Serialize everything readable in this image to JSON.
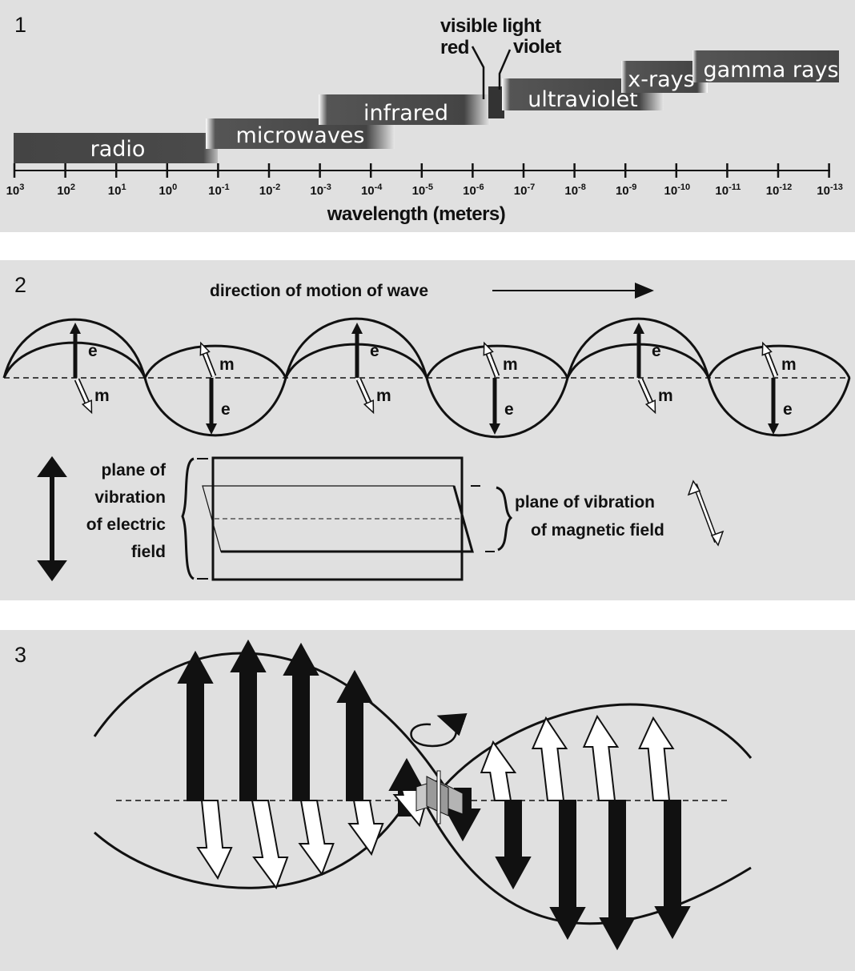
{
  "panel1": {
    "number": "1",
    "bands": [
      {
        "key": "radio",
        "label": "radio"
      },
      {
        "key": "microwaves",
        "label": "microwaves"
      },
      {
        "key": "infrared",
        "label": "infrared"
      },
      {
        "key": "ultraviolet",
        "label": "ultraviolet"
      },
      {
        "key": "xrays",
        "label": "x-rays"
      },
      {
        "key": "gamma",
        "label": "gamma rays"
      }
    ],
    "visible": {
      "title": "visible light",
      "red": "red",
      "violet": "violet"
    },
    "axis_ticks": [
      {
        "base": "10",
        "exp": "3"
      },
      {
        "base": "10",
        "exp": "2"
      },
      {
        "base": "10",
        "exp": "1"
      },
      {
        "base": "10",
        "exp": "0"
      },
      {
        "base": "10",
        "exp": "-1"
      },
      {
        "base": "10",
        "exp": "-2"
      },
      {
        "base": "10",
        "exp": "-3"
      },
      {
        "base": "10",
        "exp": "-4"
      },
      {
        "base": "10",
        "exp": "-5"
      },
      {
        "base": "10",
        "exp": "-6"
      },
      {
        "base": "10",
        "exp": "-7"
      },
      {
        "base": "10",
        "exp": "-8"
      },
      {
        "base": "10",
        "exp": "-9"
      },
      {
        "base": "10",
        "exp": "-10"
      },
      {
        "base": "10",
        "exp": "-11"
      },
      {
        "base": "10",
        "exp": "-12"
      },
      {
        "base": "10",
        "exp": "-13"
      }
    ],
    "axis_title": "wavelength (meters)"
  },
  "panel2": {
    "number": "2",
    "direction_label": "direction of motion of wave",
    "electric_symbol": "e",
    "magnetic_symbol": "m",
    "electric_plane_label": [
      "plane of",
      "vibration",
      "of electric",
      "field"
    ],
    "magnetic_plane_label": [
      "plane of vibration",
      "of magnetic field"
    ]
  },
  "panel3": {
    "number": "3"
  },
  "colors": {
    "panel_bg": "#e0e0e0",
    "band_fill": "#444444",
    "ink": "#111111"
  }
}
